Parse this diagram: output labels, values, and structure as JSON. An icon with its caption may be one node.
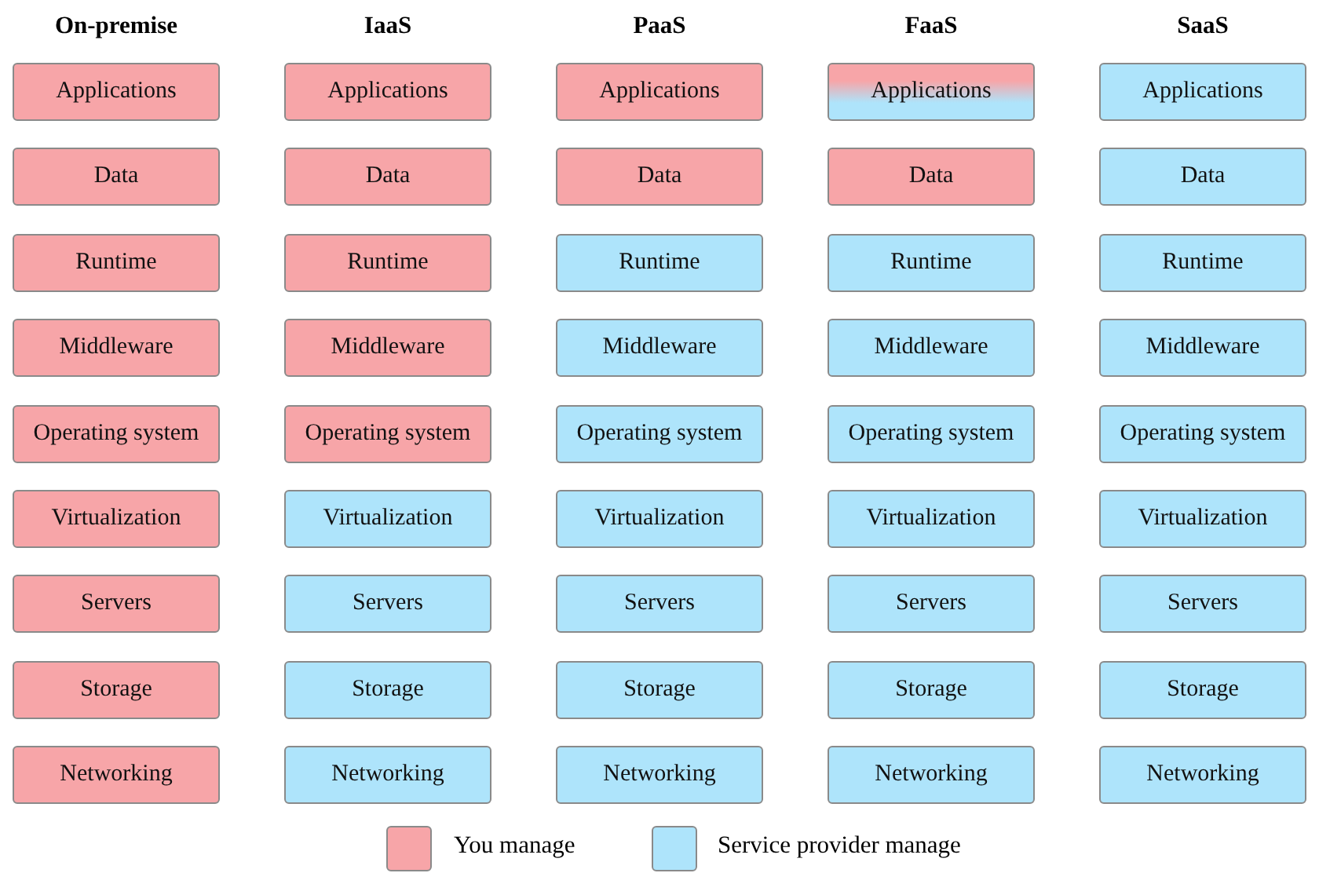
{
  "diagram": {
    "nodes": [
      {
        "text": [
          "Applications"
        ]
      },
      {
        "text": [
          "Data"
        ]
      },
      {
        "text": [
          "Runtime"
        ]
      },
      {
        "text": [
          "Middleware"
        ]
      },
      {
        "text": [
          "Operating system"
        ]
      },
      {
        "text": [
          "Virtualization"
        ]
      },
      {
        "text": [
          "Servers"
        ]
      },
      {
        "text": [
          "Storage"
        ]
      },
      {
        "text": [
          "Networking"
        ]
      },
      {
        "text": [
          "Applications"
        ]
      },
      {
        "text": [
          "Data"
        ]
      },
      {
        "text": [
          "Runtime"
        ]
      },
      {
        "text": [
          "Middleware"
        ]
      },
      {
        "text": [
          "Operating system"
        ]
      },
      {
        "text": [
          "Virtualization"
        ]
      },
      {
        "text": [
          "Servers"
        ]
      },
      {
        "text": [
          "Storage"
        ]
      },
      {
        "text": [
          "Networking"
        ]
      },
      {
        "text": [
          "Applications"
        ]
      },
      {
        "text": [
          "Data"
        ]
      },
      {
        "text": [
          "Runtime"
        ]
      },
      {
        "text": [
          "Middleware"
        ]
      },
      {
        "text": [
          "Operating system"
        ]
      },
      {
        "text": [
          "Virtualization"
        ]
      },
      {
        "text": [
          "Servers"
        ]
      },
      {
        "text": [
          "Storage"
        ]
      },
      {
        "text": [
          "Networking"
        ]
      },
      {
        "text": [
          "Applications"
        ]
      },
      {
        "text": [
          "Data"
        ]
      },
      {
        "text": [
          "Runtime"
        ]
      },
      {
        "text": [
          "Middleware"
        ]
      },
      {
        "text": [
          "Operating system"
        ]
      },
      {
        "text": [
          "Virtualization"
        ]
      },
      {
        "text": [
          "Servers"
        ]
      },
      {
        "text": [
          "Storage"
        ]
      },
      {
        "text": [
          "Networking"
        ]
      },
      {
        "text": [
          "Applications"
        ]
      },
      {
        "text": [
          "Data"
        ]
      },
      {
        "text": [
          "Runtime"
        ]
      },
      {
        "text": [
          "Middleware"
        ]
      },
      {
        "text": [
          "Operating system"
        ]
      },
      {
        "text": [
          "Virtualization"
        ]
      },
      {
        "text": [
          "Servers"
        ]
      },
      {
        "text": [
          "Storage"
        ]
      },
      {
        "text": [
          "Networking"
        ]
      }
    ],
    "edges": [],
    "labels": [
      "On-premise",
      "IaaS",
      "PaaS",
      "FaaS",
      "SaaS"
    ],
    "legend": [
      {
        "text": "You manage",
        "color": "#f7a5a8"
      },
      {
        "text": "Service provider manage",
        "color": "#aee4fb"
      }
    ]
  }
}
